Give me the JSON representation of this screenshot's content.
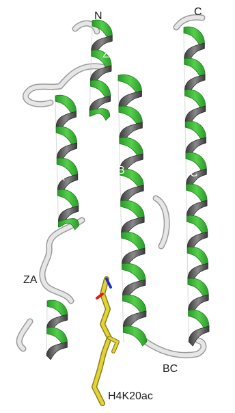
{
  "labels": {
    "n_terminus": "N",
    "c_terminus": "C",
    "helix_z": "Z",
    "helix_a": "A",
    "helix_b": "B",
    "helix_c": "C",
    "loop_za": "ZA",
    "loop_bc": "BC",
    "ligand": "H4K20ac"
  },
  "colors": {
    "helix_front": "#3fb83a",
    "helix_back": "#5a5a5a",
    "helix_rim": "#c8c8c8",
    "loop": "#d8d8d8",
    "loop_shadow": "#9a9a9a",
    "peptide": "#d8c838",
    "peptide_dark": "#8a7e10",
    "oxygen": "#d42020",
    "nitrogen": "#2030c0"
  }
}
